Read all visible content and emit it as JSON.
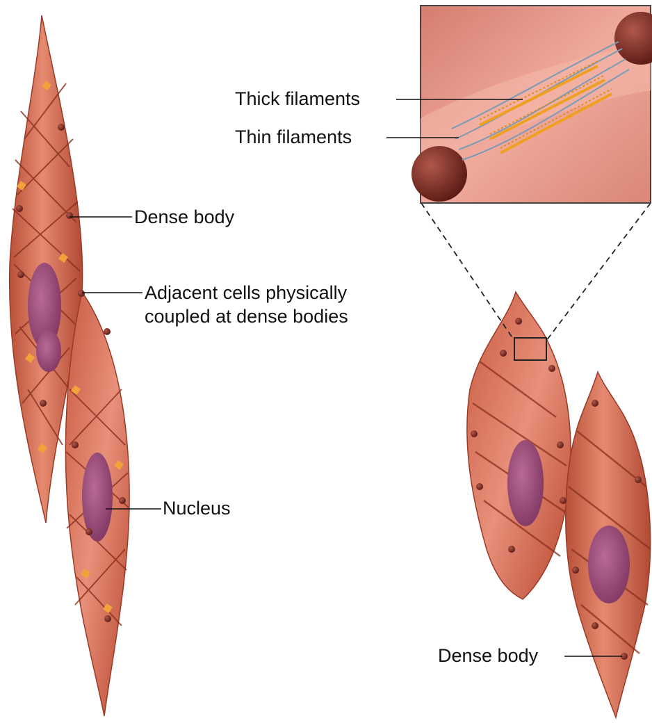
{
  "labels": {
    "thick_filaments": "Thick filaments",
    "thin_filaments": "Thin filaments",
    "dense_body_left": "Dense body",
    "adjacent_line1": "Adjacent cells physically",
    "adjacent_line2": "coupled at dense bodies",
    "nucleus": "Nucleus",
    "dense_body_right": "Dense body"
  },
  "colors": {
    "cell_fill": "#d9715a",
    "cell_dark": "#a8402c",
    "cell_light": "#efa48d",
    "nucleus": "#9a4a78",
    "filament_thick": "#f0a020",
    "filament_thin": "#7a9ab8",
    "dense_body": "#7a2a22",
    "inset_bg": "#e8968a",
    "leader_line": "#111111"
  }
}
